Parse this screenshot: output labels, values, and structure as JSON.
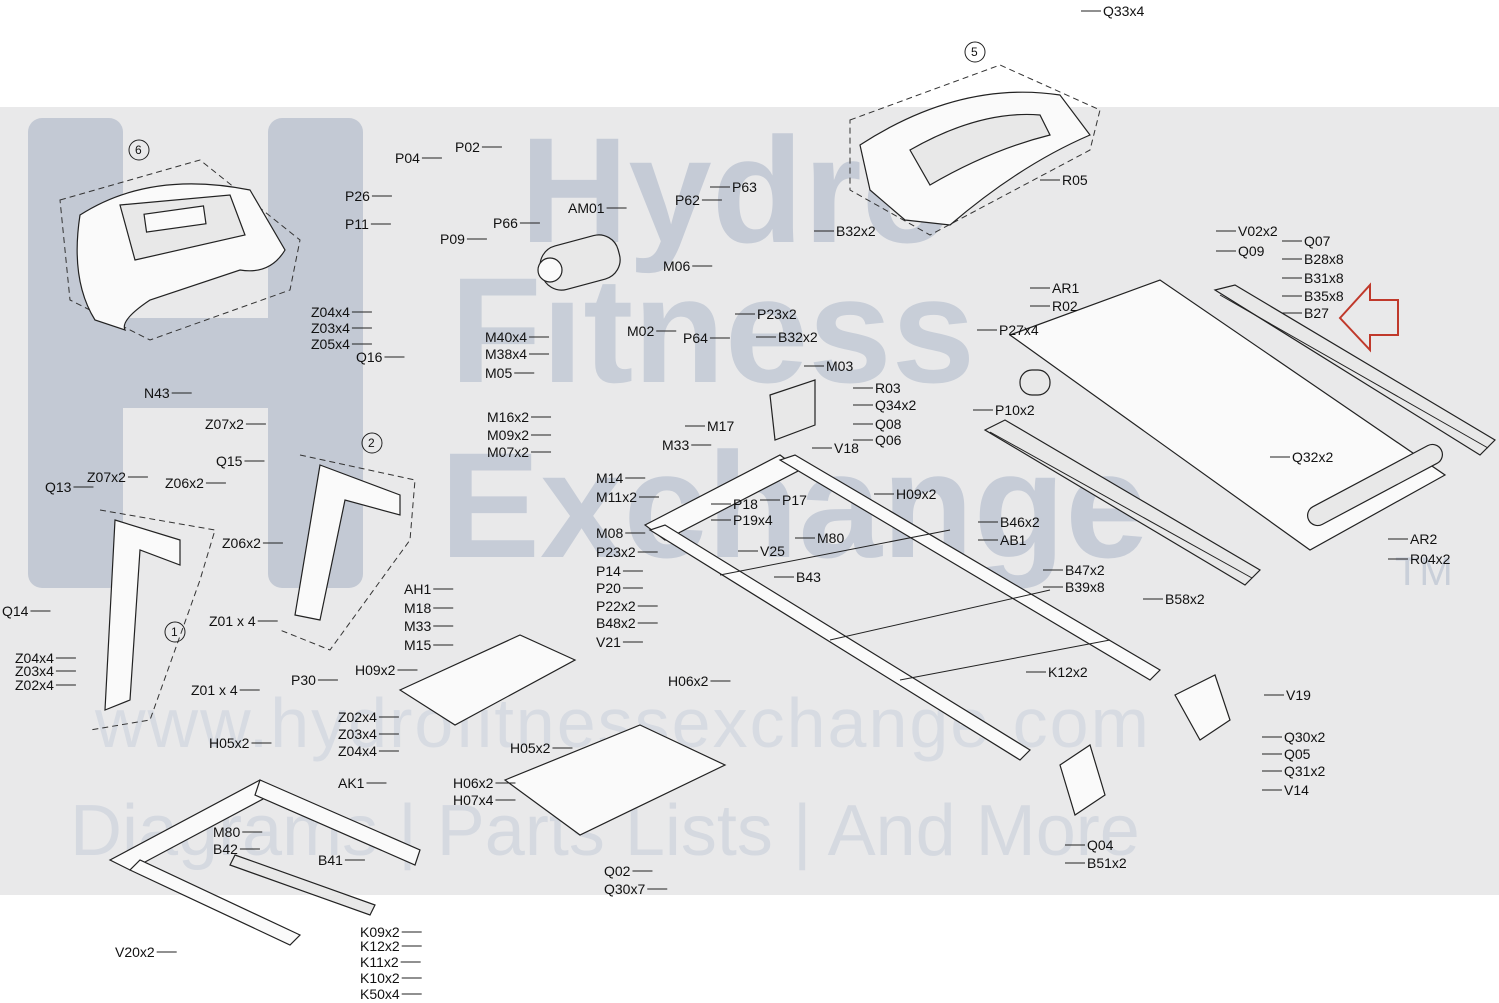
{
  "watermark": {
    "line1": "Hydro",
    "line2": "Fitness",
    "line3": "Exchange",
    "tm": "TM",
    "url": "www.hydrofitnessexchange.com",
    "tagline": "Diagrams | Parts Lists | And More"
  },
  "callouts": [
    "1",
    "2",
    "5",
    "6"
  ],
  "labels": [
    "Q33x4",
    "R05",
    "V02x2",
    "Q09",
    "Q07",
    "B28x8",
    "B31x8",
    "B35x8",
    "B27",
    "AR1",
    "R02",
    "P27x4",
    "R03",
    "Q34x2",
    "P10x2",
    "Q08",
    "Q06",
    "Q32x2",
    "AR2",
    "R04x2",
    "B32x2",
    "P04",
    "P02",
    "P26",
    "P11",
    "P66",
    "P09",
    "AM01",
    "P62",
    "P63",
    "M06",
    "Z04x4",
    "Z03x4",
    "Z05x4",
    "Q16",
    "M40x4",
    "M38x4",
    "M05",
    "M02",
    "P64",
    "P23x2",
    "B32x2",
    "M03",
    "N43",
    "Z07x2",
    "Q15",
    "M16x2",
    "M09x2",
    "M07x2",
    "M17",
    "M33",
    "V18",
    "Q13",
    "Z07x2",
    "Z06x2",
    "M14",
    "M11x2",
    "P18",
    "P17",
    "H09x2",
    "P19x4",
    "B46x2",
    "Z06x2",
    "M08",
    "AB1",
    "M80",
    "P23x2",
    "V25",
    "P14",
    "P20",
    "P22x2",
    "B48x2",
    "B43",
    "B47x2",
    "B39x8",
    "Q14",
    "Z01 x 4",
    "AH1",
    "M18",
    "M33",
    "M15",
    "V21",
    "B58x2",
    "Z04x4",
    "Z03x4",
    "Z02x4",
    "Z01 x 4",
    "P30",
    "H09x2",
    "H06x2",
    "K12x2",
    "V19",
    "Z02x4",
    "Z03x4",
    "Z04x4",
    "H05x2",
    "H05x2",
    "Q30x2",
    "Q05",
    "Q31x2",
    "V14",
    "AK1",
    "H06x2",
    "H07x4",
    "M80",
    "B42",
    "B41",
    "Q04",
    "B51x2",
    "Q02",
    "Q30x7",
    "V20x2",
    "K09x2",
    "K12x2",
    "K11x2",
    "K10x2",
    "K50x4"
  ],
  "colors": {
    "band": "#e9e9ea",
    "watermark": "#c6ccd7",
    "arrow": "#c0392b",
    "line": "#222222"
  }
}
